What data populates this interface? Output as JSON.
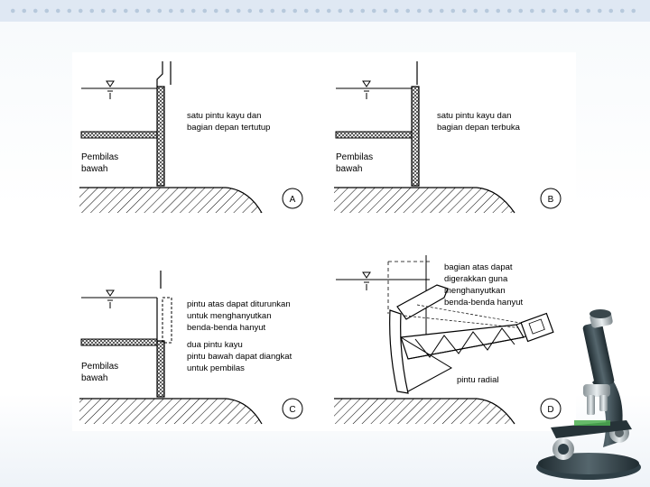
{
  "panels": {
    "A": {
      "letter": "A",
      "caption": [
        "satu pintu kayu dan",
        "bagian depan tertutup"
      ],
      "pembilas": [
        "Pembilas",
        "bawah"
      ]
    },
    "B": {
      "letter": "B",
      "caption": [
        "satu pintu kayu dan",
        "bagian depan terbuka"
      ],
      "pembilas": [
        "Pembilas",
        "bawah"
      ]
    },
    "C": {
      "letter": "C",
      "caption": [
        "pintu atas dapat diturunkan",
        "untuk menghanyutkan",
        "benda-benda hanyut"
      ],
      "caption2": [
        "dua pintu kayu",
        "pintu bawah dapat diangkat",
        "untuk pembilas"
      ],
      "pembilas": [
        "Pembilas",
        "bawah"
      ]
    },
    "D": {
      "letter": "D",
      "caption": [
        "bagian atas dapat",
        "digerakkan guna",
        "menghanyutkan",
        "benda-benda hanyut"
      ],
      "radial_label": "pintu radial"
    }
  },
  "colors": {
    "top_band": "#dfe8f3",
    "line": "#000000",
    "microscope_body": "#2f3f46",
    "microscope_accent": "#4caf50"
  },
  "icons": {
    "water_level": "water-level-icon",
    "microscope": "microscope-icon"
  }
}
